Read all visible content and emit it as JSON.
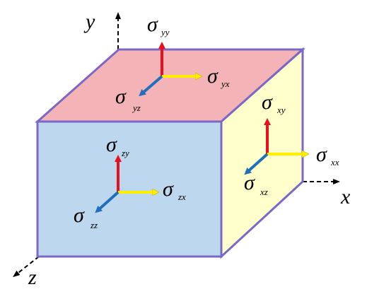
{
  "colors": {
    "top_face": "#f4b3b6",
    "front_face": "#bdd7ee",
    "right_face": "#ffffcc",
    "edge": "#7b68c6",
    "normal_arrow": "#e8101c",
    "shear_arrow_yellow": "#ffee00",
    "shear_arrow_blue": "#1f6fbd",
    "axis": "#000000"
  },
  "axes": {
    "x": "x",
    "y": "y",
    "z": "z"
  },
  "symbol": "σ",
  "labels": {
    "yy": "yy",
    "yx": "yx",
    "yz": "yz",
    "xy": "xy",
    "xx": "xx",
    "xz": "xz",
    "zy": "zy",
    "zx": "zx",
    "zz": "zz"
  }
}
